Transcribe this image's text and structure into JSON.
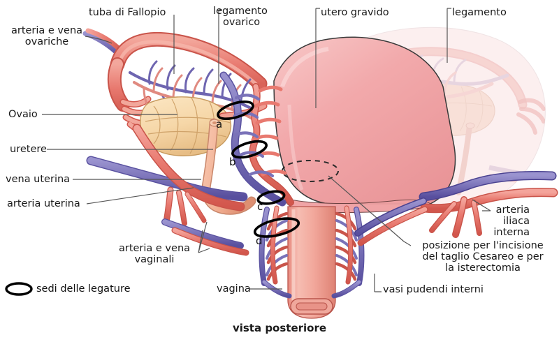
{
  "figure": {
    "caption": "vista posteriore",
    "legend": {
      "label": "sedi delle legature",
      "symbol": "ligature-ellipse"
    }
  },
  "labels": {
    "ovarian_vessels": {
      "line1": "arteria e vena",
      "line2": "ovariche"
    },
    "fallopian_tube": "tuba di Fallopio",
    "ovarian_ligament": {
      "line1": "legamento",
      "line2": "ovarico"
    },
    "gravid_uterus": "utero gravido",
    "ligament": "legamento",
    "ovary": "Ovaio",
    "ureter": "uretere",
    "uterine_vein": "vena uterina",
    "uterine_artery": "arteria uterina",
    "vaginal_vessels": {
      "line1": "arteria e vena",
      "line2": "vaginali"
    },
    "vagina": "vagina",
    "internal_iliac_artery": {
      "line1": "arteria",
      "line2": "iliaca",
      "line3": "interna"
    },
    "incision_site": {
      "line1": "posizione per l'incisione",
      "line2": "del taglio Cesareo e per",
      "line3": "la isterectomia"
    },
    "internal_pudendal_vessels": "vasi pudendi interni"
  },
  "ligature_markers": [
    {
      "id": "a",
      "letter": "a"
    },
    {
      "id": "b",
      "letter": "b"
    },
    {
      "id": "c",
      "letter": "c"
    },
    {
      "id": "d",
      "letter": "d"
    }
  ],
  "colors": {
    "artery": "#e8796f",
    "artery_dark": "#d9594f",
    "vein": "#7a72b8",
    "vein_dark": "#5a52a0",
    "uterus": "#f2a9ab",
    "uterus_light": "#f6bfc0",
    "ovary": "#f6d7a8",
    "ureter": "#f0ab8e",
    "veil": "#f3c3c6",
    "leader": "#555555",
    "text": "#1a1a1a"
  }
}
